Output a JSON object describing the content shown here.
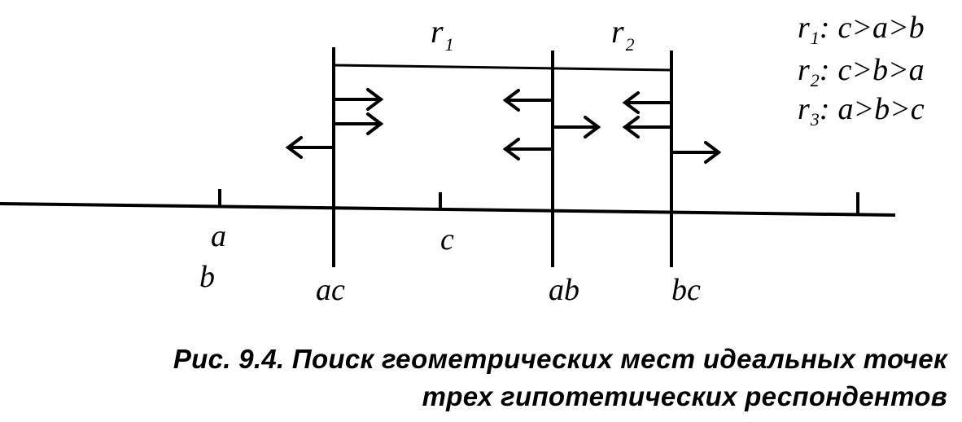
{
  "interval_labels": {
    "r1": {
      "base": "r",
      "sub": "1"
    },
    "r2": {
      "base": "r",
      "sub": "2"
    }
  },
  "legend": [
    {
      "base": "r",
      "sub": "1",
      "sep": ":",
      "order": "c>a>b"
    },
    {
      "base": "r",
      "sub": "2",
      "sep": ":",
      "order": "c>b>a"
    },
    {
      "base": "r",
      "sub": "3",
      "sep": ":",
      "order": "a>b>c"
    }
  ],
  "points_above_labels": {
    "a": "a",
    "c": "c"
  },
  "points_below_labels": {
    "b": "b"
  },
  "midpoint_labels": {
    "ac": "ac",
    "ab": "ab",
    "bc": "bc"
  },
  "caption": {
    "line1": "Рис. 9.4. Поиск геометрических мест идеальных точек",
    "line2": "трех гипотетических респондентов"
  },
  "colors": {
    "ink": "#000000",
    "background": "#ffffff"
  }
}
